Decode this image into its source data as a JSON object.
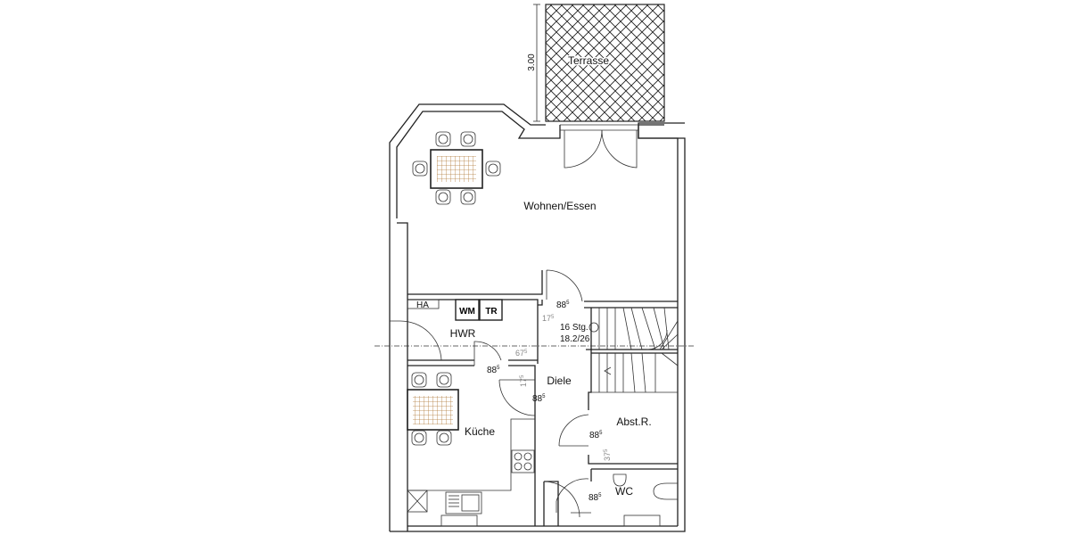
{
  "rooms": {
    "terrasse": "Terrasse",
    "wohnen": "Wohnen/Essen",
    "hwr": "HWR",
    "diele": "Diele",
    "kueche": "Küche",
    "abstr": "Abst.R.",
    "wc": "WC"
  },
  "fixtures": {
    "ha": "HA",
    "wm": "WM",
    "tr": "TR"
  },
  "stairs": {
    "steps": "16 Stg.",
    "ratio": "18.2/26"
  },
  "dimensions": {
    "terrace_depth": "3.00",
    "door_width": "88",
    "door_sup": "5",
    "d175a": "17",
    "d675": "67",
    "d175b": "17",
    "d375": "37"
  },
  "colors": {
    "wall": "#222222",
    "table_grid": "#b07a3a"
  }
}
